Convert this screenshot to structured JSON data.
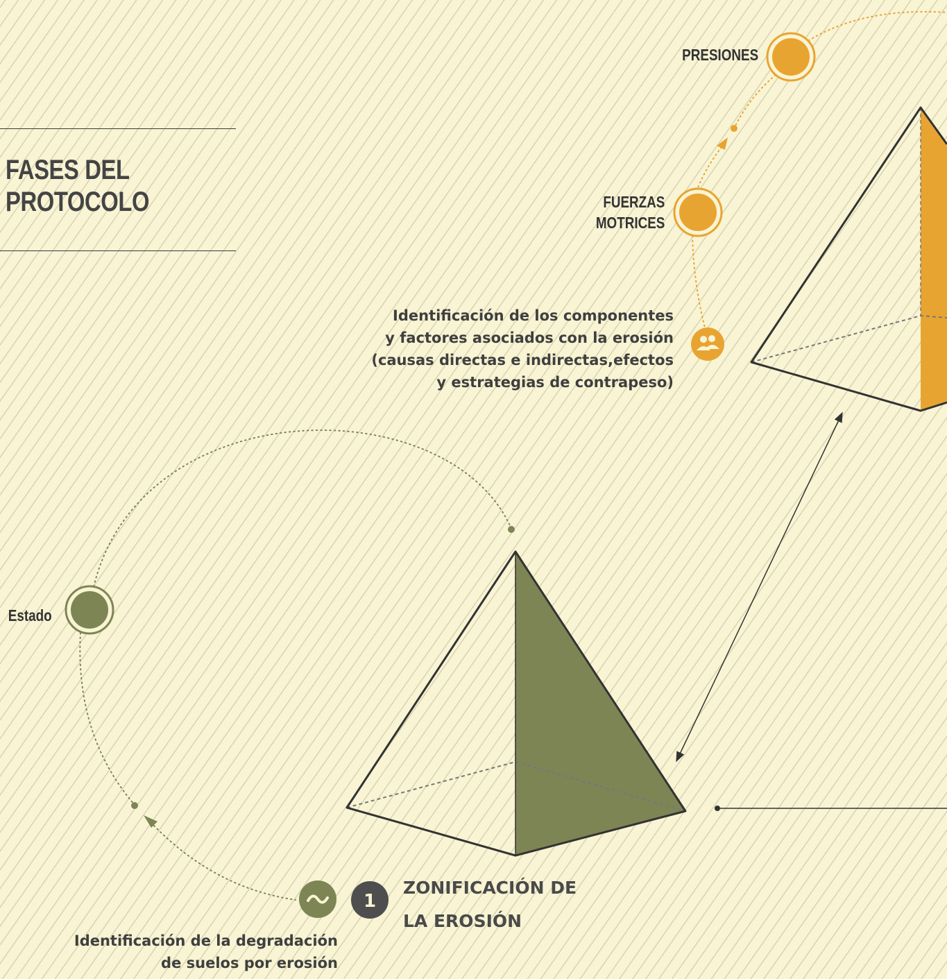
{
  "header": {
    "title_line1": "FASES DEL",
    "title_line2": "PROTOCOLO"
  },
  "top_cycle": {
    "presiones": "PRESIONES",
    "fuerzas_line1": "FUERZAS",
    "fuerzas_line2": "MOTRICES",
    "description": [
      "Identificación de los componentes",
      "y factores asociados con la erosión",
      "(causas directas e indirectas,efectos",
      "y estrategias de contrapeso)"
    ],
    "icon": "users-icon"
  },
  "bottom_cycle": {
    "estado": "Estado",
    "description": [
      "Identificación de la degradación",
      "de suelos por erosión"
    ],
    "icon": "wave-icon"
  },
  "phase": {
    "number": "1",
    "title_line1": "ZONIFICACIÓN DE",
    "title_line2": "LA EROSIÓN"
  },
  "colors": {
    "orange": "#e8a431",
    "olive": "#7e8555",
    "dark": "#333333",
    "background": "#f8f4d4"
  }
}
